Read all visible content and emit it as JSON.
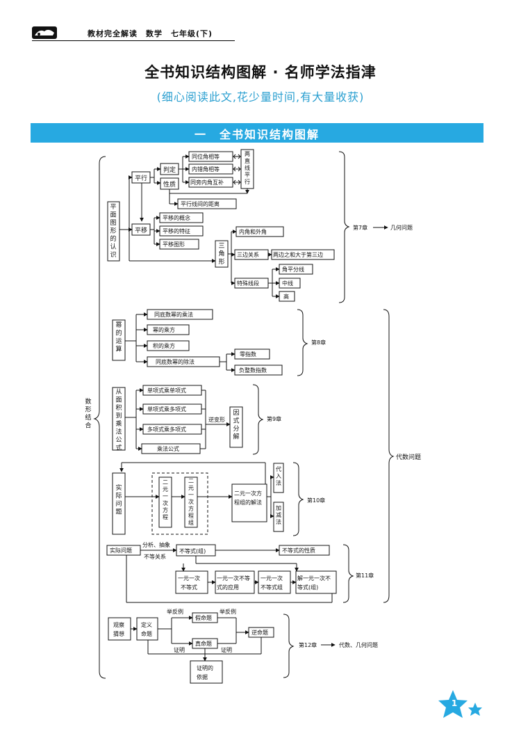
{
  "header": {
    "text": "教材完全解读　数学　七年级(下)"
  },
  "title": "全书知识结构图解 · 名师学法指津",
  "subtitle": "(细心阅读此文,花少量时间,有大量收获)",
  "banner": "一　全书知识结构图解",
  "colors": {
    "accent": "#27a9e1",
    "subtitle": "#2a9fd0"
  },
  "section1": {
    "root": "平面图形的认识",
    "parallel": "平行",
    "judge": "判定",
    "property": "性质",
    "corr": "同位角相等",
    "alt": "内错角相等",
    "interior": "同旁内角互补",
    "lines_parallel": "两直线平行",
    "distance": "平行线间的距离",
    "translation": "平移",
    "trans_concept": "平移的概念",
    "trans_feature": "平移的特征",
    "trans_figure": "平移图形",
    "triangle": "三角形",
    "inner_outer": "内角和外角",
    "side_relation": "三边关系",
    "side_rule": "两边之和大于第三边",
    "special_seg": "特殊线段",
    "bisector": "角平分线",
    "median": "中线",
    "height": "高",
    "chapter": "第7章",
    "topic": "几何问题"
  },
  "section2": {
    "root": "幂的运算",
    "items": [
      "同底数幂的乘法",
      "幂的乘方",
      "积的乘方",
      "同底数幂的除法"
    ],
    "zero": "零指数",
    "negative": "负整数指数",
    "chapter": "第8章"
  },
  "section3": {
    "root": "从面积到乘法公式",
    "items": [
      "单项式乘单项式",
      "单项式乘多项式",
      "多项式乘多项式",
      "乘法公式"
    ],
    "reverse": "逆变形",
    "factor": "因式分解",
    "chapter": "第9章"
  },
  "section4": {
    "root": "实际问题",
    "eq": "二元一次方程",
    "system": "二元一次方程组",
    "solution": "二元一次方程组的解法",
    "sub": "代入法",
    "add": "加减法",
    "chapter": "第10章"
  },
  "section5": {
    "real": "实际问题",
    "analyze": "分析、抽象",
    "relation": "不等关系",
    "ineq": "不等式(组)",
    "nature": "不等式的性质",
    "one": "一元一次不等式",
    "apply": "一元一次不等式的应用",
    "system": "一元一次不等式组",
    "solve": "解一元一次不等式(组)",
    "chapter": "第11章"
  },
  "section6": {
    "observe": "观察猜想",
    "define": "定义命题",
    "counter1": "举反例",
    "counter2": "举反例",
    "false_prop": "假命题",
    "true_prop": "真命题",
    "converse": "逆命题",
    "prove1": "证明",
    "prove2": "证明",
    "basis": "证明的依据",
    "chapter": "第12章",
    "topic": "代数、几何问题"
  },
  "left_label": "数形结合",
  "right_label": "代数问题",
  "page_number": "1"
}
